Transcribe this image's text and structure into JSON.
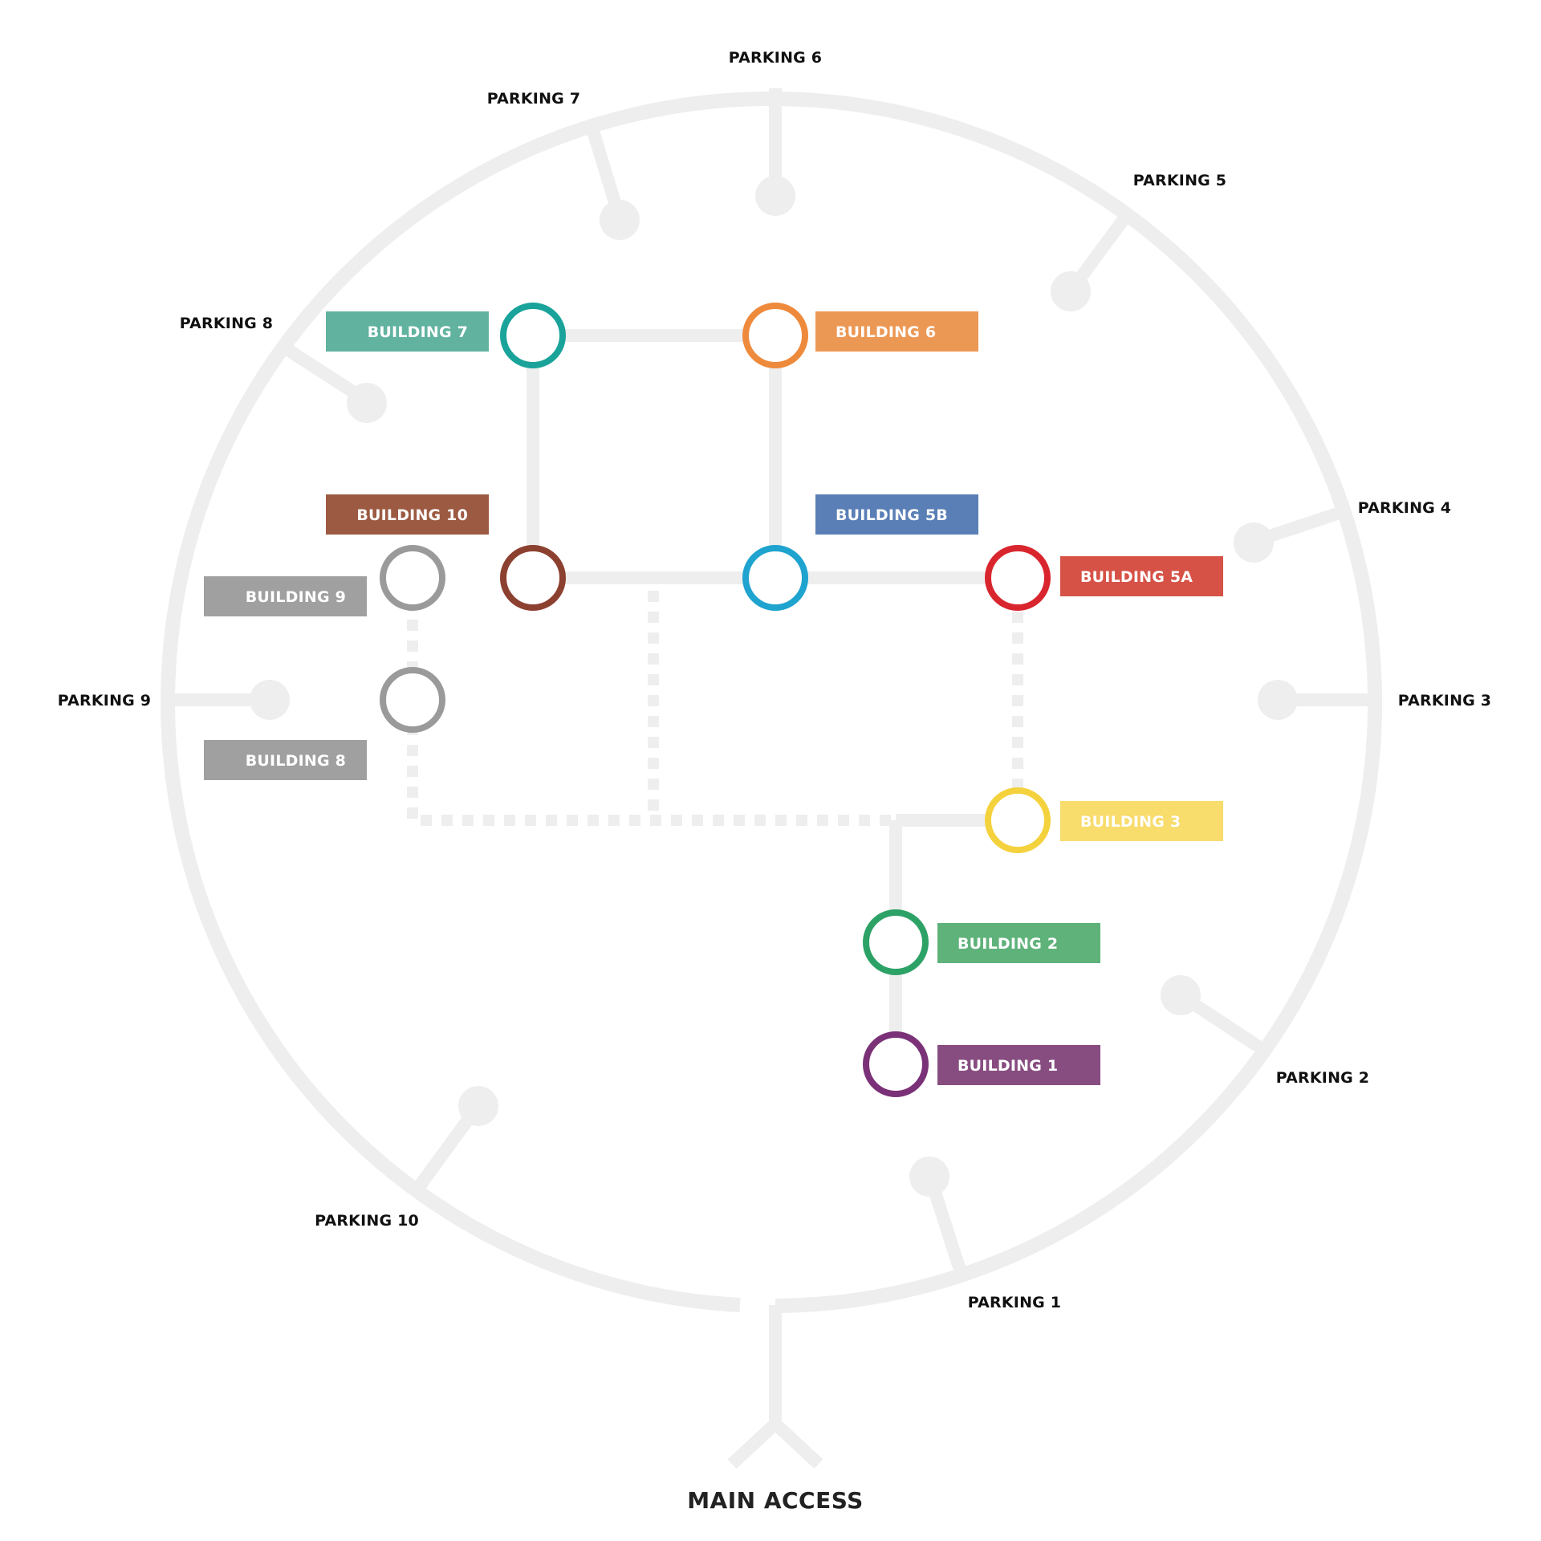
{
  "main_access": {
    "label": "MAIN ACCESS"
  },
  "parkings": [
    {
      "id": "p1",
      "label": "PARKING 1"
    },
    {
      "id": "p2",
      "label": "PARKING 2"
    },
    {
      "id": "p3",
      "label": "PARKING 3"
    },
    {
      "id": "p4",
      "label": "PARKING 4"
    },
    {
      "id": "p5",
      "label": "PARKING 5"
    },
    {
      "id": "p6",
      "label": "PARKING 6"
    },
    {
      "id": "p7",
      "label": "PARKING 7"
    },
    {
      "id": "p8",
      "label": "PARKING 8"
    },
    {
      "id": "p9",
      "label": "PARKING 9"
    },
    {
      "id": "p10",
      "label": "PARKING 10"
    }
  ],
  "buildings": [
    {
      "id": "b1",
      "label": "BUILDING 1",
      "color": "#874d80"
    },
    {
      "id": "b2",
      "label": "BUILDING 2",
      "color": "#5fb27a"
    },
    {
      "id": "b3",
      "label": "BUILDING 3",
      "color": "#f8dc6c"
    },
    {
      "id": "b5a",
      "label": "BUILDING 5A",
      "color": "#d65246"
    },
    {
      "id": "b5b",
      "label": "BUILDING 5B",
      "color": "#5a7fb6"
    },
    {
      "id": "b6",
      "label": "BUILDING 6",
      "color": "#ec9855"
    },
    {
      "id": "b7",
      "label": "BUILDING 7",
      "color": "#62b2a0"
    },
    {
      "id": "b8",
      "label": "BUILDING 8",
      "color": "#a0a0a0"
    },
    {
      "id": "b9",
      "label": "BUILDING 9",
      "color": "#a0a0a0"
    },
    {
      "id": "b10",
      "label": "BUILDING 10",
      "color": "#9c5a42"
    }
  ],
  "stations": [
    {
      "id": "s1",
      "color": "#7b3178"
    },
    {
      "id": "s2",
      "color": "#2da266"
    },
    {
      "id": "s3",
      "color": "#f4d23e"
    },
    {
      "id": "s5a",
      "color": "#d9262e"
    },
    {
      "id": "s5b",
      "color": "#1fa3cf"
    },
    {
      "id": "s6",
      "color": "#ee8a3c"
    },
    {
      "id": "s7",
      "color": "#1aa39a"
    },
    {
      "id": "s8",
      "color": "#9a9a9a"
    },
    {
      "id": "s9",
      "color": "#9a9a9a"
    },
    {
      "id": "s10",
      "color": "#8c4030"
    }
  ]
}
